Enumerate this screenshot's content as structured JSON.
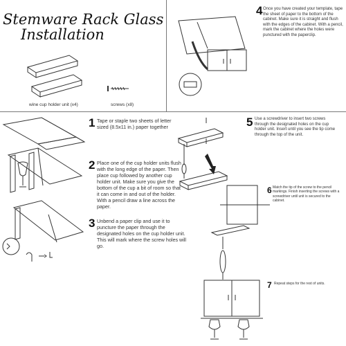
{
  "title": {
    "line1": "Stemware Rack Glass",
    "line2": "Installation"
  },
  "parts": {
    "holder_caption": "wine cup holder unit (x4)",
    "screws_caption": "screws (x8)"
  },
  "steps": [
    {
      "number": "1",
      "text": "Tape or staple two sheets of letter sized (8.5x11 in.) paper together"
    },
    {
      "number": "2",
      "text": "Place one of the cup holder units flush with the long edge of the paper. Then place cup followed by another cup holder unit. Make sure you give the bottom of the cup a bit of room so that it can come in and out of the holder. With a pencil draw a line across the paper."
    },
    {
      "number": "3",
      "text": "Unbend a paper clip and use it to puncture the paper through the designated holes on the cup holder unit. This will mark where the screw holes will go."
    },
    {
      "number": "4",
      "text": "Once you have created your template, tape the sheet of paper to the bottom of the cabinet. Make sure it is straight and flush with the edges of the cabinet. With a pencil, mark the cabinet where the holes were punctured with the paperclip."
    },
    {
      "number": "5",
      "text": "Use a screwdriver to insert two screws through the designated holes on the cup holder unit. Insert until you see the tip come through the top of the unit."
    },
    {
      "number": "6",
      "text": "Match the tip of the screw to the pencil markings. Finish inserting the screws with a screwdriver until unit is secured to the cabinet."
    },
    {
      "number": "7",
      "text": "Repeat steps for the rest of units."
    }
  ],
  "colors": {
    "line": "#333333",
    "text": "#222222",
    "background": "#ffffff"
  }
}
